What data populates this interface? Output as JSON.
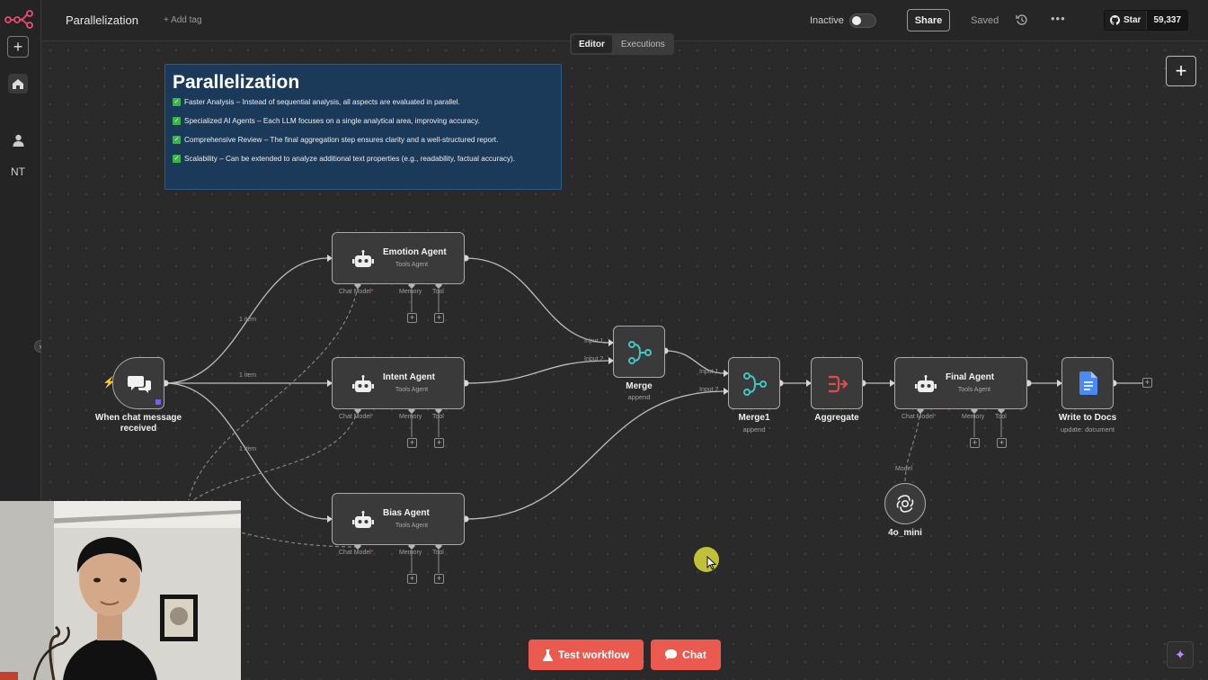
{
  "window": {
    "workflow_name": "Parallelization",
    "add_tag": "+ Add tag"
  },
  "header": {
    "status": "Inactive",
    "share": "Share",
    "saved": "Saved",
    "github_star": "Star",
    "github_count": "59,337"
  },
  "tabs": [
    {
      "label": "Editor",
      "active": true
    },
    {
      "label": "Executions",
      "active": false
    }
  ],
  "sidebar": {
    "user_initials": "NT"
  },
  "sticky_note": {
    "title": "Parallelization",
    "items": [
      "Faster Analysis – Instead of sequential analysis, all aspects are evaluated in parallel.",
      "Specialized AI Agents – Each LLM focuses on a single analytical area, improving accuracy.",
      "Comprehensive Review – The final aggregation step ensures clarity and a well-structured report.",
      "Scalability – Can be extended to analyze additional text properties (e.g., readability, factual accuracy)."
    ]
  },
  "nodes": {
    "trigger": {
      "label_line1": "When chat message",
      "label_line2": "received"
    },
    "emotion": {
      "name": "Emotion Agent",
      "sub": "Tools Agent"
    },
    "intent": {
      "name": "Intent Agent",
      "sub": "Tools Agent"
    },
    "bias": {
      "name": "Bias Agent",
      "sub": "Tools Agent"
    },
    "merge": {
      "name": "Merge",
      "sub": "append",
      "input1": "Input 1",
      "input2": "Input 2"
    },
    "merge1": {
      "name": "Merge1",
      "sub": "append",
      "input1": "Input 1",
      "input2": "Input 2"
    },
    "aggregate": {
      "name": "Aggregate"
    },
    "final": {
      "name": "Final Agent",
      "sub": "Tools Agent"
    },
    "docs": {
      "name": "Write to Docs",
      "sub": "update: document"
    },
    "model": {
      "name": "4o_mini",
      "port": "Model"
    }
  },
  "ports": {
    "chat_model": "Chat Model",
    "required": "*",
    "memory": "Memory",
    "tool": "Tool"
  },
  "edge_labels": {
    "emotion": "1 item",
    "intent": "1 item",
    "bias": "1 item"
  },
  "buttons": {
    "test_workflow": "Test workflow",
    "chat": "Chat"
  },
  "colors": {
    "accent": "#eb5a4f",
    "note_bg": "#1b3a5a",
    "merge_icon": "#3ec7c4",
    "aggregate_icon": "#e24b4b",
    "docs_icon": "#4a8af4"
  }
}
